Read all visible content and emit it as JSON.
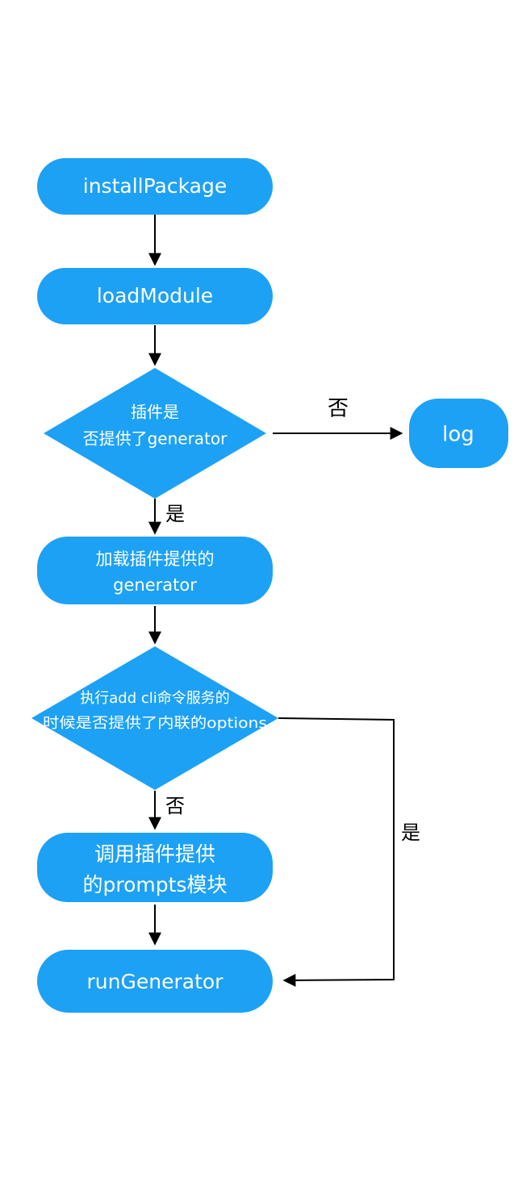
{
  "colors": {
    "node_fill": "#1da1f5",
    "node_text": "#ffffff",
    "edge": "#000000",
    "background": "#ffffff"
  },
  "nodes": {
    "install_package": {
      "label": "installPackage"
    },
    "load_module": {
      "label": "loadModule"
    },
    "has_generator": {
      "lines": [
        "插件是",
        "否提供了generator"
      ]
    },
    "log": {
      "label": "log"
    },
    "load_generator": {
      "lines": [
        "加载插件提供的",
        "generator"
      ]
    },
    "has_inline_options": {
      "lines": [
        "执行add cli命令服务的",
        "时候是否提供了内联的options"
      ]
    },
    "call_prompts": {
      "lines": [
        "调用插件提供",
        "的prompts模块"
      ]
    },
    "run_generator": {
      "label": "runGenerator"
    }
  },
  "edge_labels": {
    "has_generator_no": "否",
    "has_generator_yes": "是",
    "inline_options_no": "否",
    "inline_options_yes": "是"
  }
}
